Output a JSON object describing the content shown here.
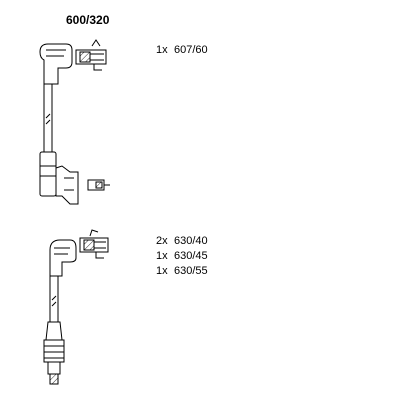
{
  "diagram": {
    "title": "600/320",
    "parts": [
      {
        "name": "cable-1",
        "lines": [
          {
            "qty": "1x",
            "ref": "607/60"
          }
        ]
      },
      {
        "name": "cable-2",
        "lines": [
          {
            "qty": "2x",
            "ref": "630/40"
          },
          {
            "qty": "1x",
            "ref": "630/45"
          },
          {
            "qty": "1x",
            "ref": "630/55"
          }
        ]
      }
    ]
  }
}
